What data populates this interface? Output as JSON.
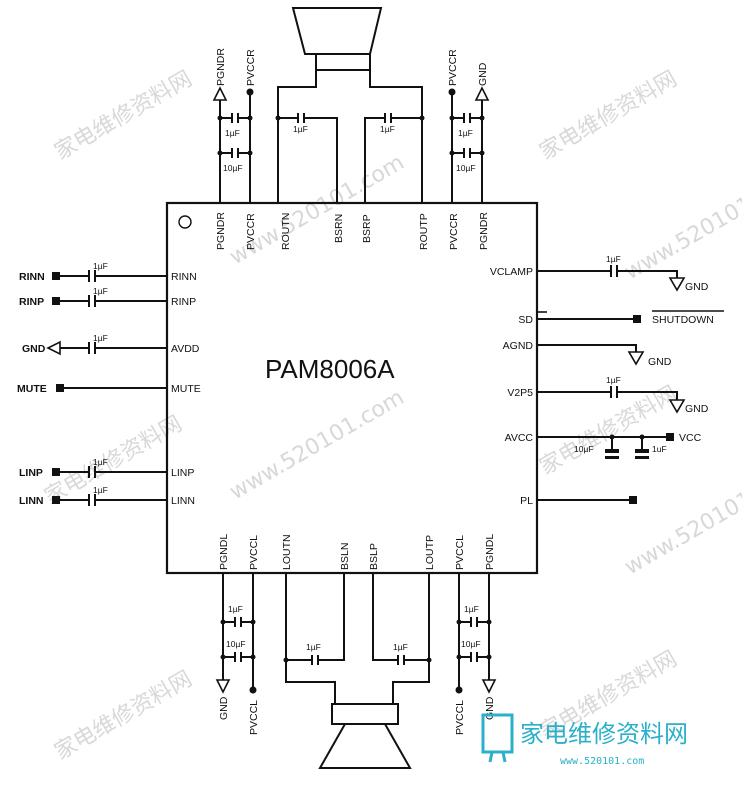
{
  "chip": {
    "name": "PAM8006A"
  },
  "pins": {
    "top": [
      "PGNDR",
      "PVCCR",
      "ROUTN",
      "BSRN",
      "BSRP",
      "ROUTP",
      "PVCCR",
      "PGNDR"
    ],
    "bottom": [
      "PGNDL",
      "PVCCL",
      "LOUTN",
      "BSLN",
      "BSLP",
      "LOUTP",
      "PVCCL",
      "PGNDL"
    ],
    "left": [
      "RINN",
      "RINP",
      "AVDD",
      "MUTE",
      "LINP",
      "LINN"
    ],
    "right": [
      "VCLAMP",
      "SD",
      "AGND",
      "V2P5",
      "AVCC",
      "PL"
    ]
  },
  "external": {
    "left": [
      "RINN",
      "RINP",
      "GND",
      "MUTE",
      "LINP",
      "LINN"
    ],
    "top": [
      "PGNDR",
      "PVCCR",
      "PVCCR",
      "GND"
    ],
    "bottom": [
      "GND",
      "PVCCL",
      "PVCCL",
      "GND"
    ],
    "right_gnd": "GND",
    "shutdown": "SHUTDOWN",
    "vcc": "VCC"
  },
  "caps": {
    "one_uf": "1µF",
    "ten_uf": "10µF",
    "left_uf": "1µF",
    "one_uf_alt": "1uF"
  },
  "watermark": {
    "cn": "家电维修资料网",
    "url": "www.520101.com"
  },
  "logo": {
    "cn": "家电维修资料网",
    "url": "www.520101.com"
  },
  "colors": {
    "line": "#111111",
    "watermark": "#d8d8d8",
    "logo": "#2ab0c8"
  }
}
